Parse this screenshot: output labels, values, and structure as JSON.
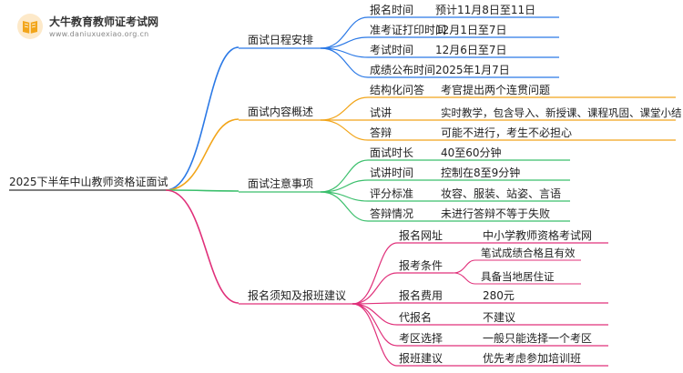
{
  "header": {
    "brand_title": "大牛教育教师证考试网",
    "brand_url": "www.daniuxuexiao.org.cn",
    "logo_icon": "book-icon"
  },
  "colors": {
    "blue": "#2b79e6",
    "orange": "#f2a51a",
    "green": "#3bbf6c",
    "pink": "#e0307a",
    "root_line": "#333333"
  },
  "mindmap": {
    "root": "2025下半年中山教师资格证面试",
    "branches": [
      {
        "label": "面试日程安排",
        "color": "blue",
        "children": [
          {
            "label": "报名时间",
            "value": "预计11月8日至11日"
          },
          {
            "label": "准考证打印时间",
            "value": "12月1日至7日"
          },
          {
            "label": "考试时间",
            "value": "12月6日至7日"
          },
          {
            "label": "成绩公布时间",
            "value": "2025年1月7日"
          }
        ]
      },
      {
        "label": "面试内容概述",
        "color": "orange",
        "children": [
          {
            "label": "结构化问答",
            "value": "考官提出两个连贯问题"
          },
          {
            "label": "试讲",
            "value": "实时教学，包含导入、新授课、课程巩固、课堂小结"
          },
          {
            "label": "答辩",
            "value": "可能不进行，考生不必担心"
          }
        ]
      },
      {
        "label": "面试注意事项",
        "color": "green",
        "children": [
          {
            "label": "面试时长",
            "value": "40至60分钟"
          },
          {
            "label": "试讲时间",
            "value": "控制在8至9分钟"
          },
          {
            "label": "评分标准",
            "value": "妆容、服装、站姿、言语"
          },
          {
            "label": "答辩情况",
            "value": "未进行答辩不等于失败"
          }
        ]
      },
      {
        "label": "报名须知及报班建议",
        "color": "pink",
        "children": [
          {
            "label": "报名网址",
            "value": "中小学教师资格考试网"
          },
          {
            "label": "报考条件",
            "values": [
              "笔试成绩合格且有效",
              "具备当地居住证"
            ]
          },
          {
            "label": "报名费用",
            "value": "280元"
          },
          {
            "label": "代报名",
            "value": "不建议"
          },
          {
            "label": "考区选择",
            "value": "一般只能选择一个考区"
          },
          {
            "label": "报班建议",
            "value": "优先考虑参加培训班"
          }
        ]
      }
    ]
  }
}
